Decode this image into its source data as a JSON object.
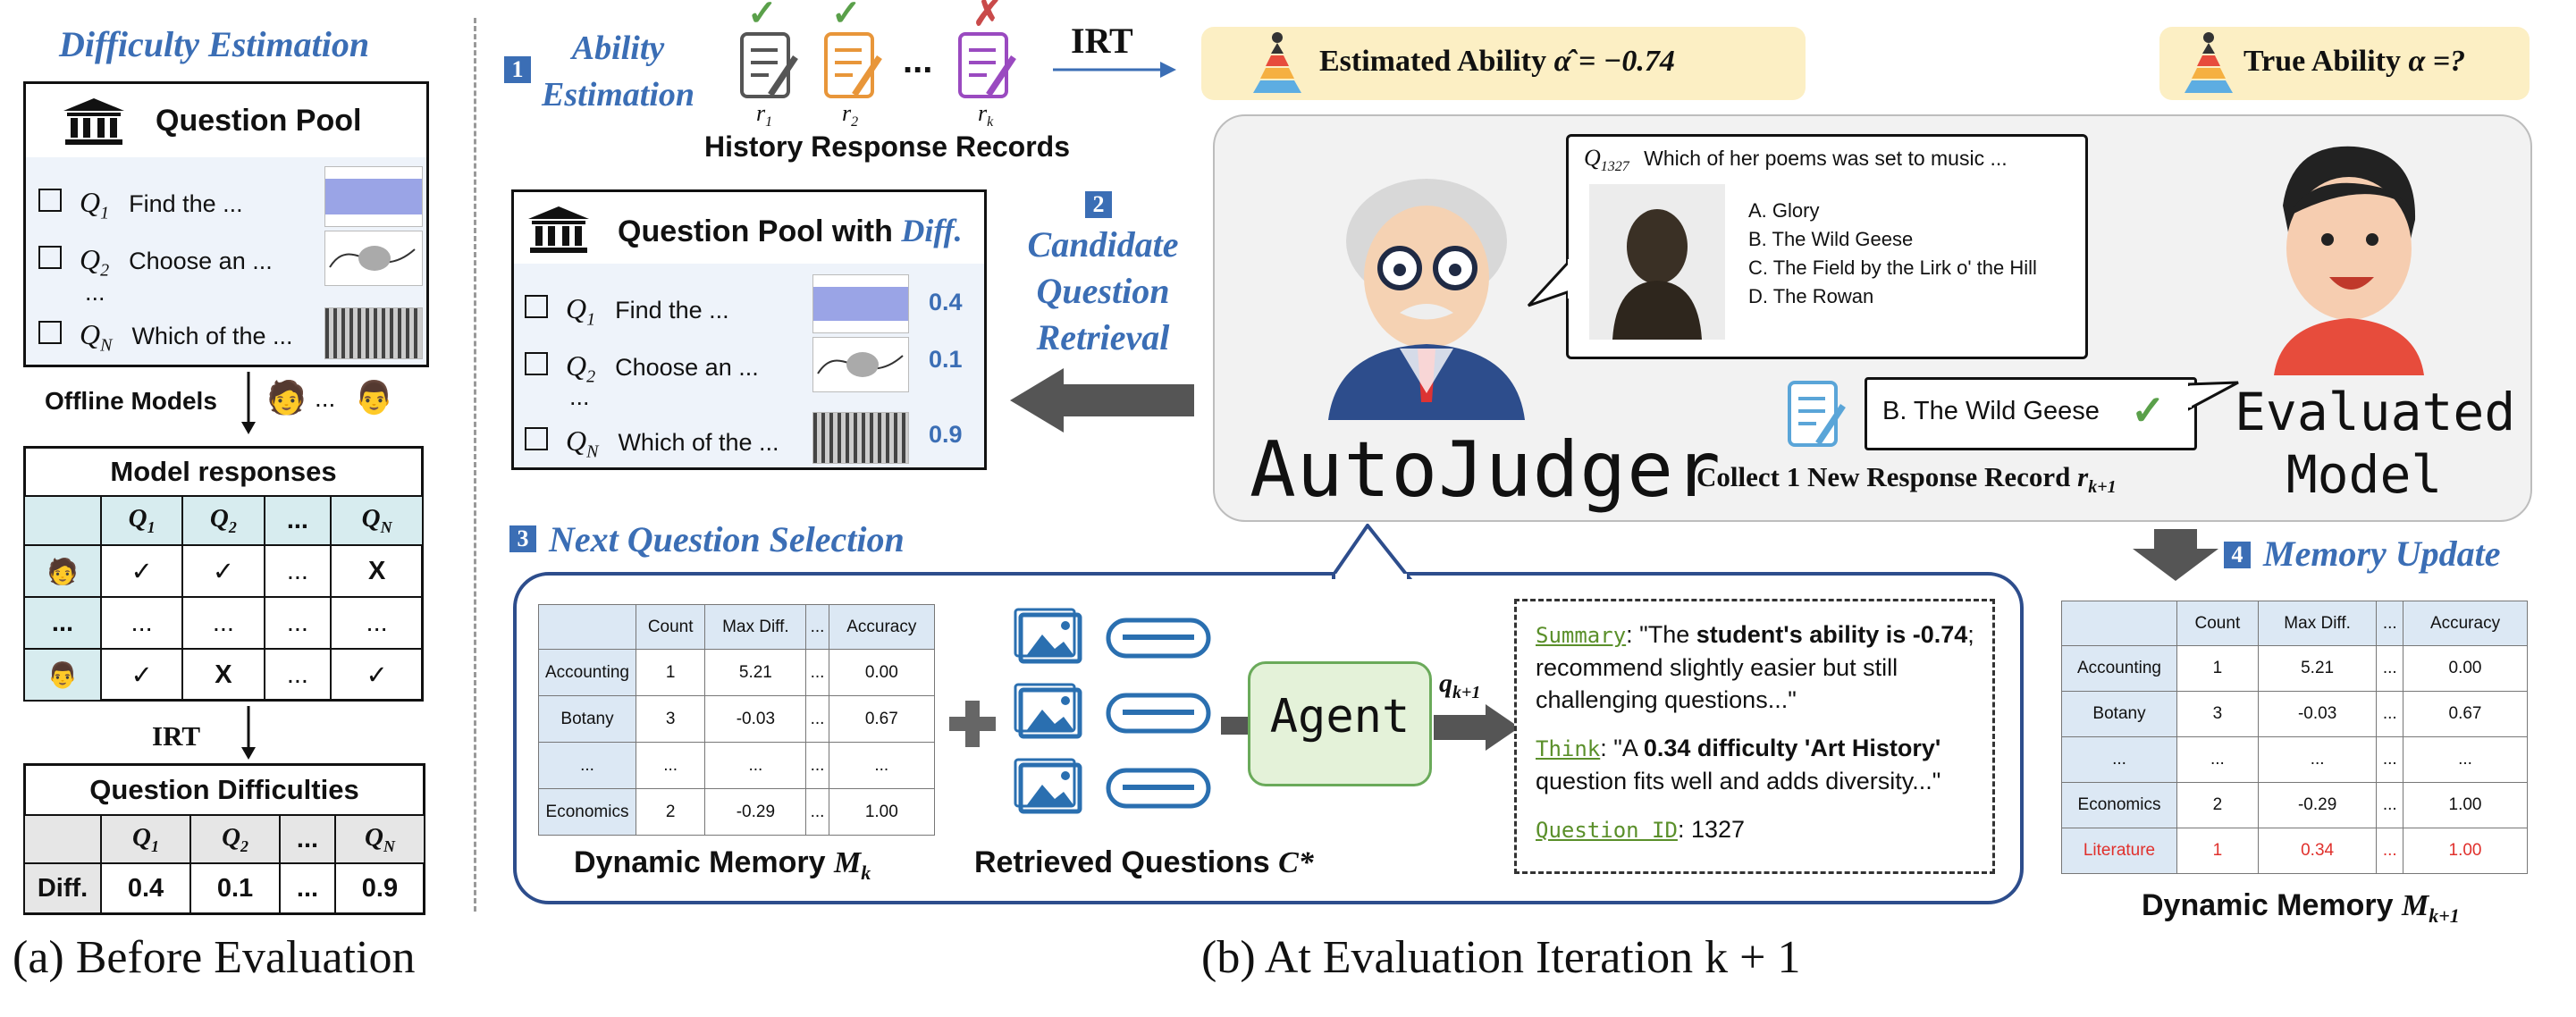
{
  "left": {
    "title": "Difficulty Estimation",
    "pool_title": "Question Pool",
    "questions": [
      {
        "id": "Q",
        "sub": "1",
        "text": "Find the  ..."
      },
      {
        "id": "Q",
        "sub": "2",
        "text": "Choose an  ..."
      },
      {
        "id": "Q",
        "sub": "N",
        "text": "Which of the ..."
      }
    ],
    "ellipsis": "...",
    "offline_models": "Offline Models",
    "offline_dots": "...",
    "responses_title": "Model responses",
    "resp_header": [
      "",
      "Q1",
      "Q2",
      "...",
      "QN"
    ],
    "resp_rows": [
      [
        "",
        "✓",
        "✓",
        "...",
        "X"
      ],
      [
        "...",
        "...",
        "...",
        "...",
        "..."
      ],
      [
        "",
        "✓",
        "X",
        "...",
        "✓"
      ]
    ],
    "irt": "IRT",
    "diff_title": "Question Difficulties",
    "diff_header": [
      "",
      "Q1",
      "Q2",
      "...",
      "QN"
    ],
    "diff_row": [
      "Diff.",
      "0.4",
      "0.1",
      "...",
      "0.9"
    ],
    "caption": "(a) Before Evaluation"
  },
  "ability": {
    "badge": "1",
    "title_line1": "Ability",
    "title_line2": "Estimation",
    "records": [
      "r1",
      "r2",
      "rk"
    ],
    "records_dots": "...",
    "records_label": "History Response Records",
    "irt": "IRT",
    "estimated": "Estimated Ability",
    "estimated_value": "α̂ = −0.74",
    "true": "True Ability",
    "true_value": "α =?"
  },
  "pool_diff": {
    "title": "Question Pool with",
    "title_em": "Diff.",
    "questions": [
      {
        "id": "Q",
        "sub": "1",
        "text": "Find the  ...",
        "diff": "0.4"
      },
      {
        "id": "Q",
        "sub": "2",
        "text": "Choose an  ...",
        "diff": "0.1"
      },
      {
        "id": "Q",
        "sub": "N",
        "text": "Which of the ...",
        "diff": "0.9"
      }
    ],
    "ellipsis": "..."
  },
  "retrieval": {
    "badge": "2",
    "line1": "Candidate",
    "line2": "Question",
    "line3": "Retrieval"
  },
  "dialog": {
    "qid": "Q",
    "qsub": "1327",
    "question": "Which of her poems was set to music ...",
    "options": [
      "A. Glory",
      "B. The Wild Geese",
      "C. The Field by the Lirk o' the Hill",
      "D. The Rowan"
    ],
    "answer": "B. The Wild Geese",
    "judger": "AutoJudger",
    "model_line1": "Evaluated",
    "model_line2": "Model",
    "collect": "Collect 1 New Response Record"
  },
  "selection": {
    "badge": "3",
    "title": "Next Question Selection",
    "mem_header": [
      "",
      "Count",
      "Max Diff.",
      "...",
      "Accuracy"
    ],
    "mem_rows": [
      [
        "Accounting",
        "1",
        "5.21",
        "...",
        "0.00"
      ],
      [
        "Botany",
        "3",
        "-0.03",
        "...",
        "0.67"
      ],
      [
        "...",
        "...",
        "...",
        "...",
        "..."
      ],
      [
        "Economics",
        "2",
        "-0.29",
        "...",
        "1.00"
      ]
    ],
    "mem_label": "Dynamic Memory",
    "retrieved_label": "Retrieved Questions",
    "agent": "Agent",
    "q_next": "q",
    "q_next_sub": "k+1",
    "summary_label": "Summary",
    "summary_pre": ": \"The ",
    "summary_bold": "student's ability is -0.74",
    "summary_post": "; recommend slightly easier but still challenging questions...\"",
    "think_label": "Think",
    "think_pre": ": \"A ",
    "think_bold": "0.34 difficulty 'Art History'",
    "think_post": " question fits well and adds diversity...\"",
    "qid_label": "Question ID",
    "qid_value": ": 1327"
  },
  "memory_update": {
    "badge": "4",
    "title": "Memory Update",
    "header": [
      "",
      "Count",
      "Max Diff.",
      "...",
      "Accuracy"
    ],
    "rows": [
      [
        "Accounting",
        "1",
        "5.21",
        "...",
        "0.00"
      ],
      [
        "Botany",
        "3",
        "-0.03",
        "...",
        "0.67"
      ],
      [
        "...",
        "...",
        "...",
        "...",
        "..."
      ],
      [
        "Economics",
        "2",
        "-0.29",
        "...",
        "1.00"
      ],
      [
        "Literature",
        "1",
        "0.34",
        "...",
        "1.00"
      ]
    ],
    "label": "Dynamic Memory"
  },
  "caption_b": "(b) At Evaluation Iteration k + 1",
  "colors": {
    "accent_blue": "#3b6eb5",
    "highlight_yellow": "#fcefc4",
    "agent_green": "#e4f2d9",
    "panel_gray": "#f2f2f2",
    "red": "#e0302c"
  }
}
